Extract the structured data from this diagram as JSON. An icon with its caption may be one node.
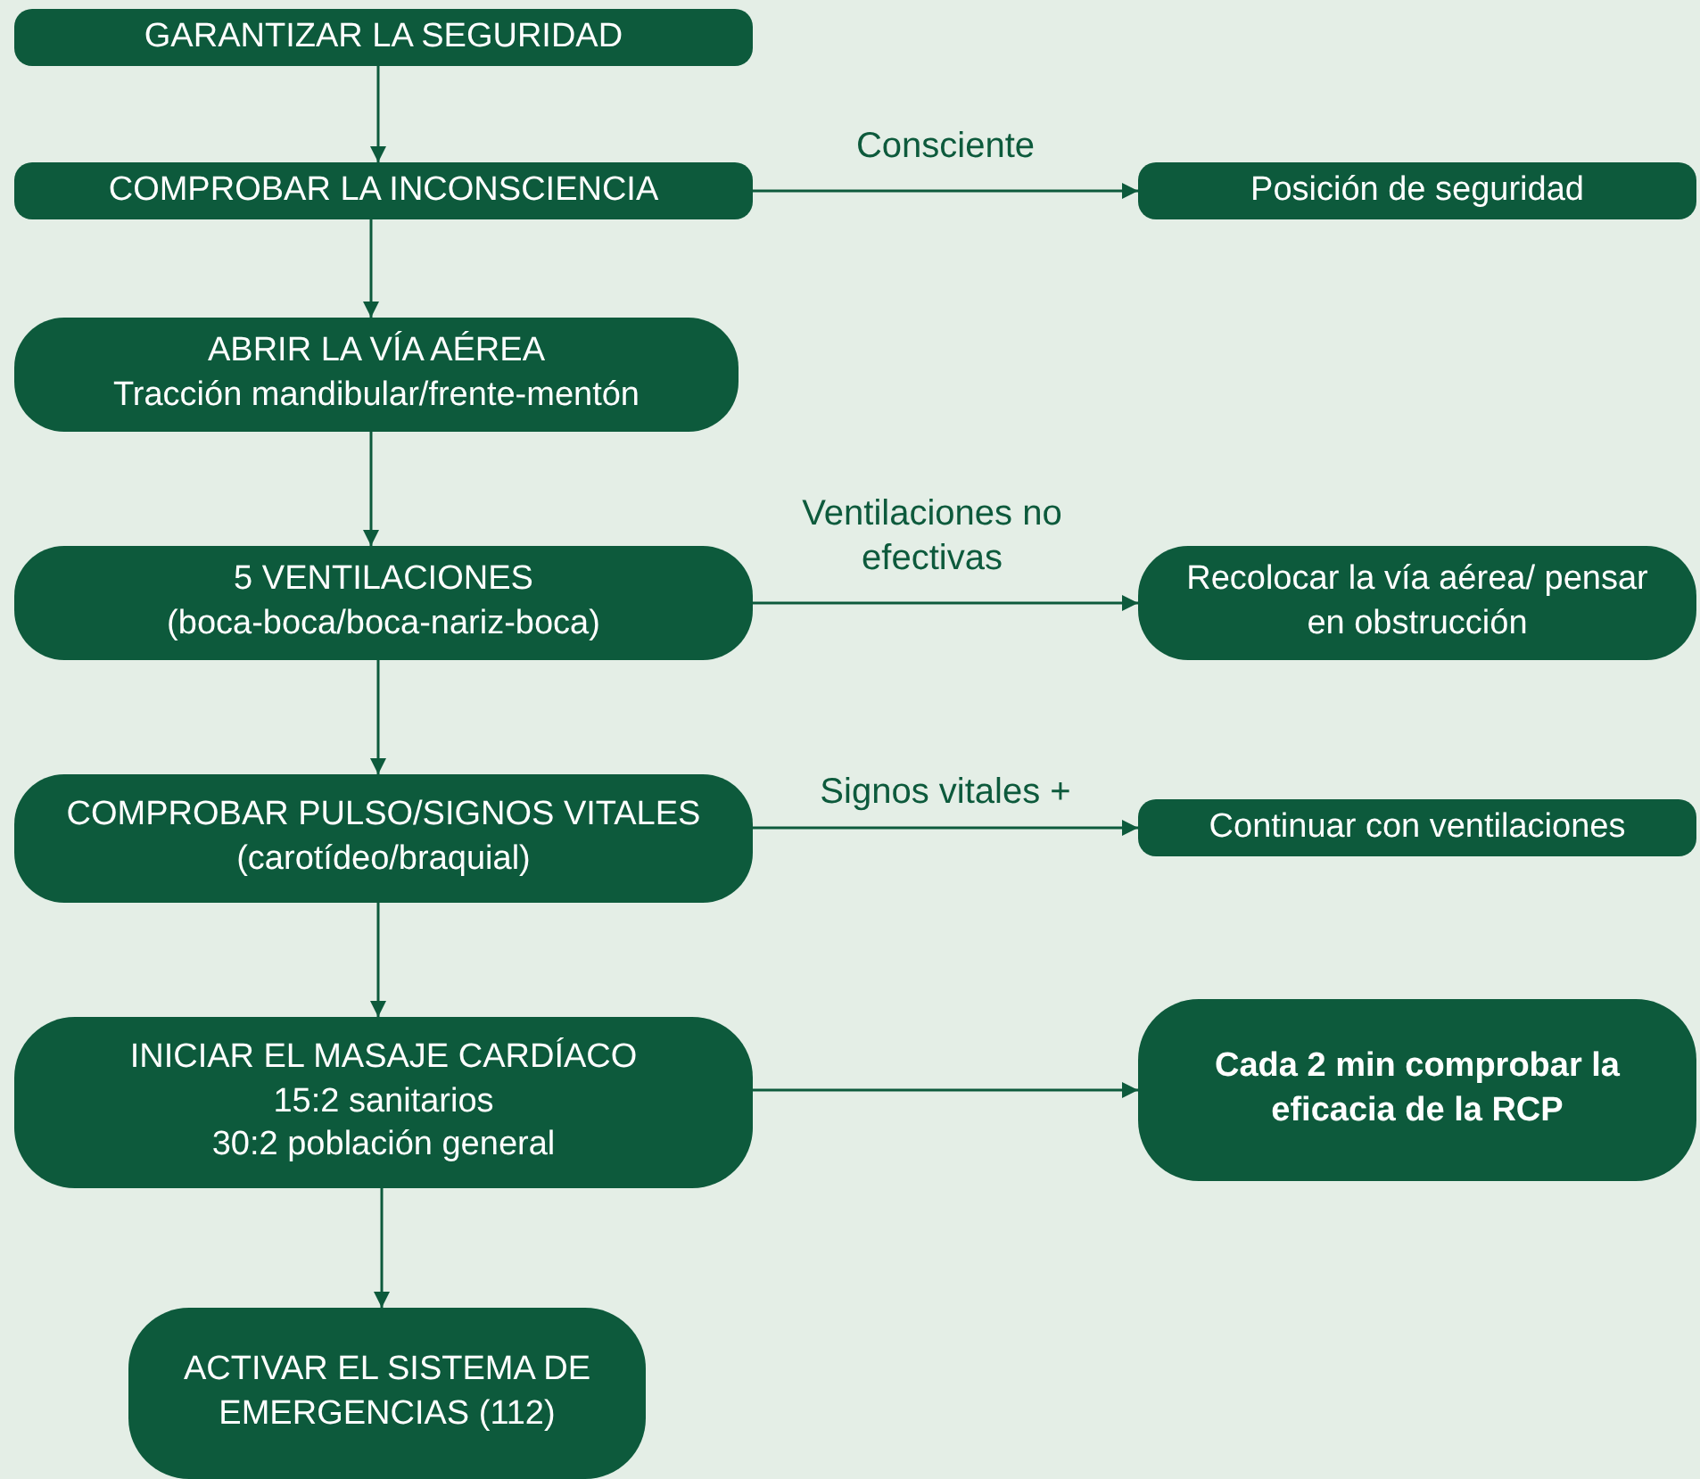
{
  "diagram": {
    "nodes": [
      {
        "text": [
          "GARANTIZAR LA SEGURIDAD"
        ]
      },
      {
        "text": [
          "COMPROBAR LA INCONSCIENCIA"
        ]
      },
      {
        "text": [
          "Posición de seguridad"
        ]
      },
      {
        "text": [
          "ABRIR LA VÍA AÉREA",
          "Tracción mandibular/frente-mentón"
        ]
      },
      {
        "text": [
          "5 VENTILACIONES",
          "(boca-boca/boca-nariz-boca)"
        ]
      },
      {
        "text": [
          "Recolocar la vía aérea/ pensar en obstrucción"
        ]
      },
      {
        "text": [
          "COMPROBAR PULSO/SIGNOS VITALES",
          "(carotídeo/braquial)"
        ]
      },
      {
        "text": [
          "Continuar con ventilaciones"
        ]
      },
      {
        "text": [
          "INICIAR EL MASAJE CARDÍACO",
          "15:2 sanitarios",
          "30:2 población general"
        ]
      },
      {
        "text": [
          "Cada 2 min comprobar la eficacia de la RCP"
        ]
      },
      {
        "text": [
          "ACTIVAR EL SISTEMA DE EMERGENCIAS (112)"
        ]
      }
    ],
    "edges": [
      {
        "from": 0,
        "to": 1,
        "arrow": "to"
      },
      {
        "from": 1,
        "to": 2,
        "arrow": "to",
        "label": "Consciente"
      },
      {
        "from": 1,
        "to": 3,
        "arrow": "to"
      },
      {
        "from": 3,
        "to": 4,
        "arrow": "to"
      },
      {
        "from": 4,
        "to": 5,
        "arrow": "to",
        "label": "Ventilaciones no efectivas"
      },
      {
        "from": 4,
        "to": 6,
        "arrow": "to"
      },
      {
        "from": 6,
        "to": 7,
        "arrow": "to",
        "label": "Signos vitales +"
      },
      {
        "from": 6,
        "to": 8,
        "arrow": "to"
      },
      {
        "from": 8,
        "to": 9,
        "arrow": "to"
      },
      {
        "from": 8,
        "to": 10,
        "arrow": "to"
      }
    ]
  }
}
